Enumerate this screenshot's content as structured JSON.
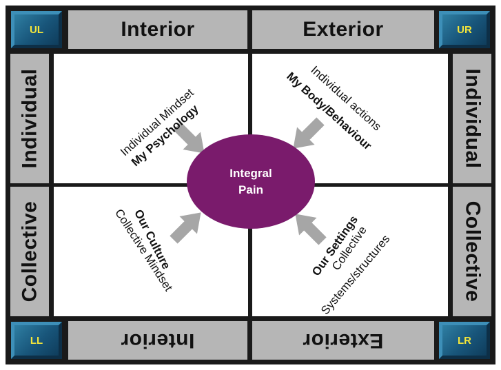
{
  "bands": {
    "top_left": "Interior",
    "top_right": "Exterior",
    "left_top": "Individual",
    "left_bottom": "Collective",
    "right_top": "Individual",
    "right_bottom": "Collective",
    "bottom_left": "Interior",
    "bottom_right": "Exterior"
  },
  "corners": {
    "ul": "UL",
    "ur": "UR",
    "ll": "LL",
    "lr": "LR"
  },
  "quadrants": {
    "ul": {
      "line1": "Individual Mindset",
      "line2": "My Psychology"
    },
    "ur": {
      "line1": "Individual actions",
      "line2": "My Body/Behaviour"
    },
    "ll": {
      "line1": "Our Culture",
      "line2": "Collective Mindset"
    },
    "lr": {
      "line1": "Our Settings",
      "line2": "Collective",
      "line3": "Systems/structures"
    }
  },
  "center": {
    "line1": "Integral",
    "line2": "Pain"
  },
  "colors": {
    "band": "#b6b6b6",
    "frame": "#1a1a1a",
    "corner": "#18557a",
    "corner_text": "#f5e63a",
    "center": "#7a1b6c",
    "arrow": "#a6a6a6"
  }
}
